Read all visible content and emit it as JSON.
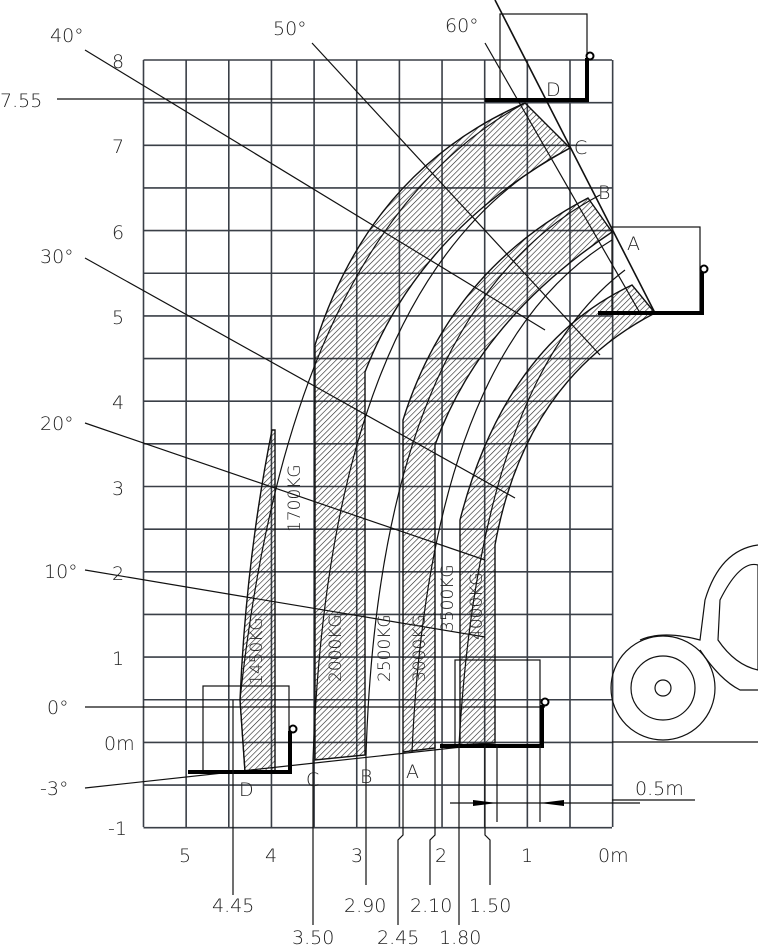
{
  "y_axis": {
    "ticks": [
      "8",
      "7",
      "6",
      "5",
      "4",
      "3",
      "2",
      "1",
      "0m",
      "-1"
    ],
    "marker": "7.55"
  },
  "x_axis": {
    "ticks": [
      "5",
      "4",
      "3",
      "2",
      "1",
      "0m"
    ]
  },
  "distances": [
    "4.45",
    "3.50",
    "2.90",
    "2.45",
    "2.10",
    "1.80",
    "1.50"
  ],
  "angles": [
    "60°",
    "50°",
    "40°",
    "30°",
    "20°",
    "10°",
    "0°",
    "-3°"
  ],
  "positions": [
    "D",
    "C",
    "B",
    "A"
  ],
  "bottom_positions": [
    "D",
    "C",
    "B",
    "A"
  ],
  "loads": [
    "1450KG",
    "1700KG",
    "2000KG",
    "2500KG",
    "3000KG",
    "3500KG",
    "4000KG"
  ],
  "scale_label": "0.5m"
}
